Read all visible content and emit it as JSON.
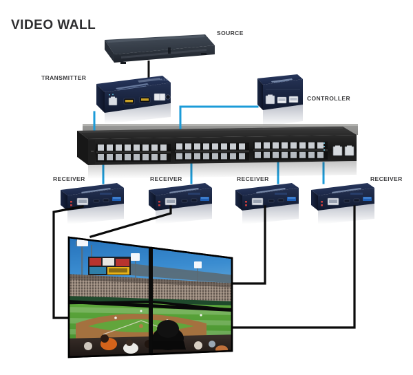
{
  "title": "VIDEO WALL",
  "labels": {
    "source": "SOURCE",
    "transmitter": "TRANSMITTER",
    "controller": "CONTROLLER",
    "receiver1": "RECEIVER",
    "receiver2": "RECEIVER",
    "receiver3": "RECEIVER",
    "receiver4": "RECEIVER"
  },
  "colors": {
    "cable_network": "#1b9bd8",
    "cable_video": "#0a0a0a",
    "device_body": "#1d2a4a",
    "device_body_dark": "#141d36",
    "switch_body": "#232323",
    "source_body": "#343a42",
    "label_text": "#3a3a3c",
    "title_text": "#2e2e30",
    "background": "#ffffff",
    "sky": "#2f7fc4",
    "field_grass": "#4e9b36",
    "infield_dirt": "#a4713f"
  },
  "devices": {
    "source": {
      "type": "media-player",
      "ports": 1
    },
    "transmitter": {
      "type": "hdmi-over-ip-transmitter",
      "ports": [
        "rj45",
        "hdmi",
        "hdmi",
        "serial",
        "power"
      ]
    },
    "controller": {
      "type": "video-wall-controller",
      "ports": [
        "rj45",
        "usb",
        "usb"
      ]
    },
    "switch": {
      "type": "network-switch",
      "port_count": 48,
      "port_groups": 3,
      "uplink_ports": 2
    },
    "receivers": {
      "count": 4,
      "type": "hdmi-over-ip-receiver",
      "ports": [
        "rj45",
        "hdmi",
        "audio",
        "power"
      ]
    }
  },
  "video_wall": {
    "rows": 2,
    "columns": 2,
    "panel_count": 4,
    "content": "baseball-stadium"
  },
  "connections": [
    {
      "from": "source",
      "to": "transmitter",
      "cable": "video"
    },
    {
      "from": "transmitter",
      "to": "switch",
      "cable": "network"
    },
    {
      "from": "controller",
      "to": "switch",
      "cable": "network"
    },
    {
      "from": "switch",
      "to": "receiver1",
      "cable": "network"
    },
    {
      "from": "switch",
      "to": "receiver2",
      "cable": "network"
    },
    {
      "from": "switch",
      "to": "receiver3",
      "cable": "network"
    },
    {
      "from": "switch",
      "to": "receiver4",
      "cable": "network"
    },
    {
      "from": "receiver1",
      "to": "panel-top-left",
      "cable": "video"
    },
    {
      "from": "receiver2",
      "to": "panel-top-right",
      "cable": "video"
    },
    {
      "from": "receiver3",
      "to": "panel-bottom-left",
      "cable": "video"
    },
    {
      "from": "receiver4",
      "to": "panel-bottom-right",
      "cable": "video"
    }
  ]
}
